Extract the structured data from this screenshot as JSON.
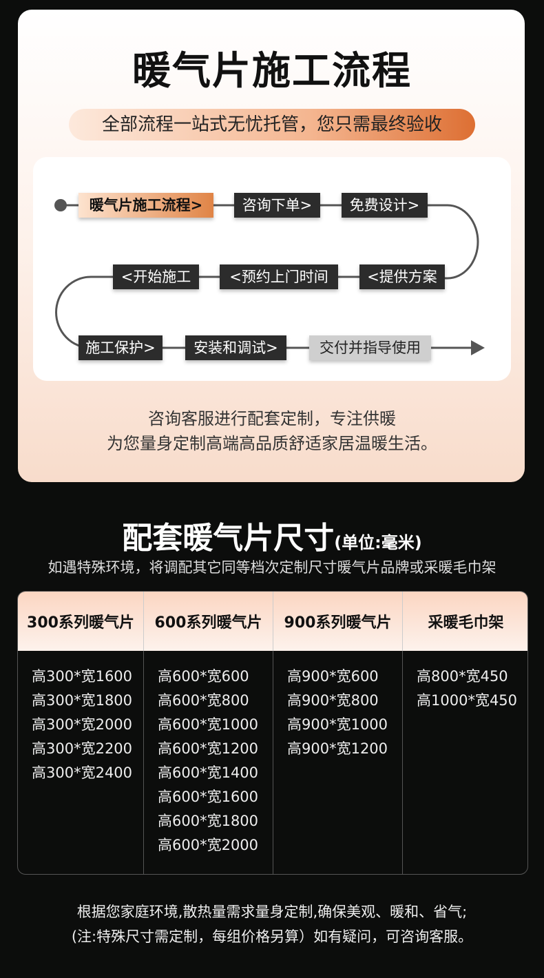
{
  "title": "暖气片施工流程",
  "subtitle": "全部流程一站式无忧托管，您只需最终验收",
  "flow": [
    "暖气片施工流程>",
    "咨询下单>",
    "免费设计>",
    "<提供方案",
    "<预约上门时间",
    "<开始施工",
    "施工保护>",
    "安装和调试>",
    "交付并指导使用"
  ],
  "desc": [
    "咨询客服进行配套定制，专注供暖",
    "为您量身定制高端高品质舒适家居温暖生活。"
  ],
  "sizes_title": "配套暖气片尺寸",
  "sizes_unit": "(单位:毫米)",
  "sizes_sub": "如遇特殊环境，将调配其它同等档次定制尺寸暖气片品牌或采暖毛巾架",
  "table": {
    "headers": [
      "300系列暖气片",
      "600系列暖气片",
      "900系列暖气片",
      "采暖毛巾架"
    ],
    "columns": [
      [
        "高300*宽1600",
        "高300*宽1800",
        "高300*宽2000",
        "高300*宽2200",
        "高300*宽2400"
      ],
      [
        "高600*宽600",
        "高600*宽800",
        "高600*宽1000",
        "高600*宽1200",
        "高600*宽1400",
        "高600*宽1600",
        "高600*宽1800",
        "高600*宽2000"
      ],
      [
        "高900*宽600",
        "高900*宽800",
        "高900*宽1000",
        "高900*宽1200"
      ],
      [
        "高800*宽450",
        "高1000*宽450"
      ]
    ]
  },
  "footer": [
    "根据您家庭环境,散热量需求量身定制,确保美观、暖和、省气;",
    "(注:特殊尺寸需定制，每组价格另算）如有疑问，可咨询客服。"
  ]
}
